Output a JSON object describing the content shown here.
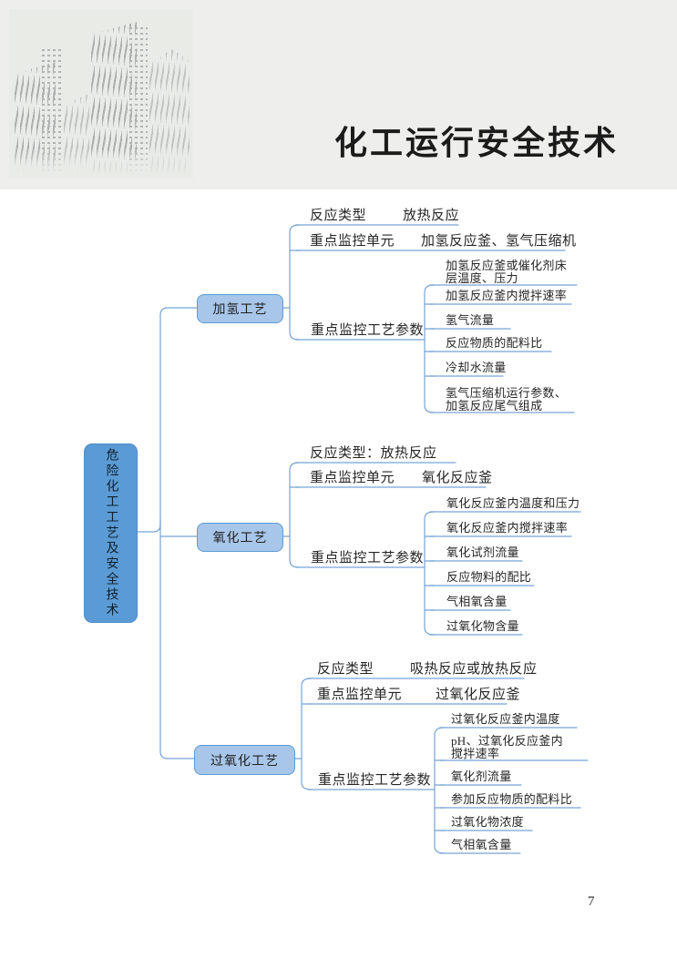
{
  "header": {
    "title": "化工运行安全技术"
  },
  "footer": {
    "page_number": "7"
  },
  "mindmap": {
    "root": "危险化工工艺及安全技术",
    "branches": [
      {
        "label": "加氢工艺",
        "reaction_type_label": "反应类型",
        "reaction_type_value": "放热反应",
        "unit_label": "重点监控单元",
        "unit_value": "加氢反应釜、氢气压缩机",
        "params_label": "重点监控工艺参数",
        "params": [
          "加氢反应釜或催化剂床层温度、压力",
          "加氢反应釜内搅拌速率",
          "氢气流量",
          "反应物质的配料比",
          "冷却水流量",
          "氢气压缩机运行参数、加氢反应尾气组成"
        ]
      },
      {
        "label": "氧化工艺",
        "reaction_type_label": "反应类型：放热反应",
        "unit_label": "重点监控单元",
        "unit_value": "氧化反应釜",
        "params_label": "重点监控工艺参数",
        "params": [
          "氧化反应釜内温度和压力",
          "氧化反应釜内搅拌速率",
          "氧化试剂流量",
          "反应物料的配比",
          "气相氧含量",
          "过氧化物含量"
        ]
      },
      {
        "label": "过氧化工艺",
        "reaction_type_label": "反应类型",
        "reaction_type_value": "吸热反应或放热反应",
        "unit_label": "重点监控单元",
        "unit_value": "过氧化反应釜",
        "params_label": "重点监控工艺参数",
        "params": [
          "过氧化反应釜内温度",
          "pH、过氧化反应釜内搅拌速率",
          "氧化剂流量",
          "参加反应物质的配料比",
          "过氧化物浓度",
          "气相氧含量"
        ]
      }
    ]
  }
}
